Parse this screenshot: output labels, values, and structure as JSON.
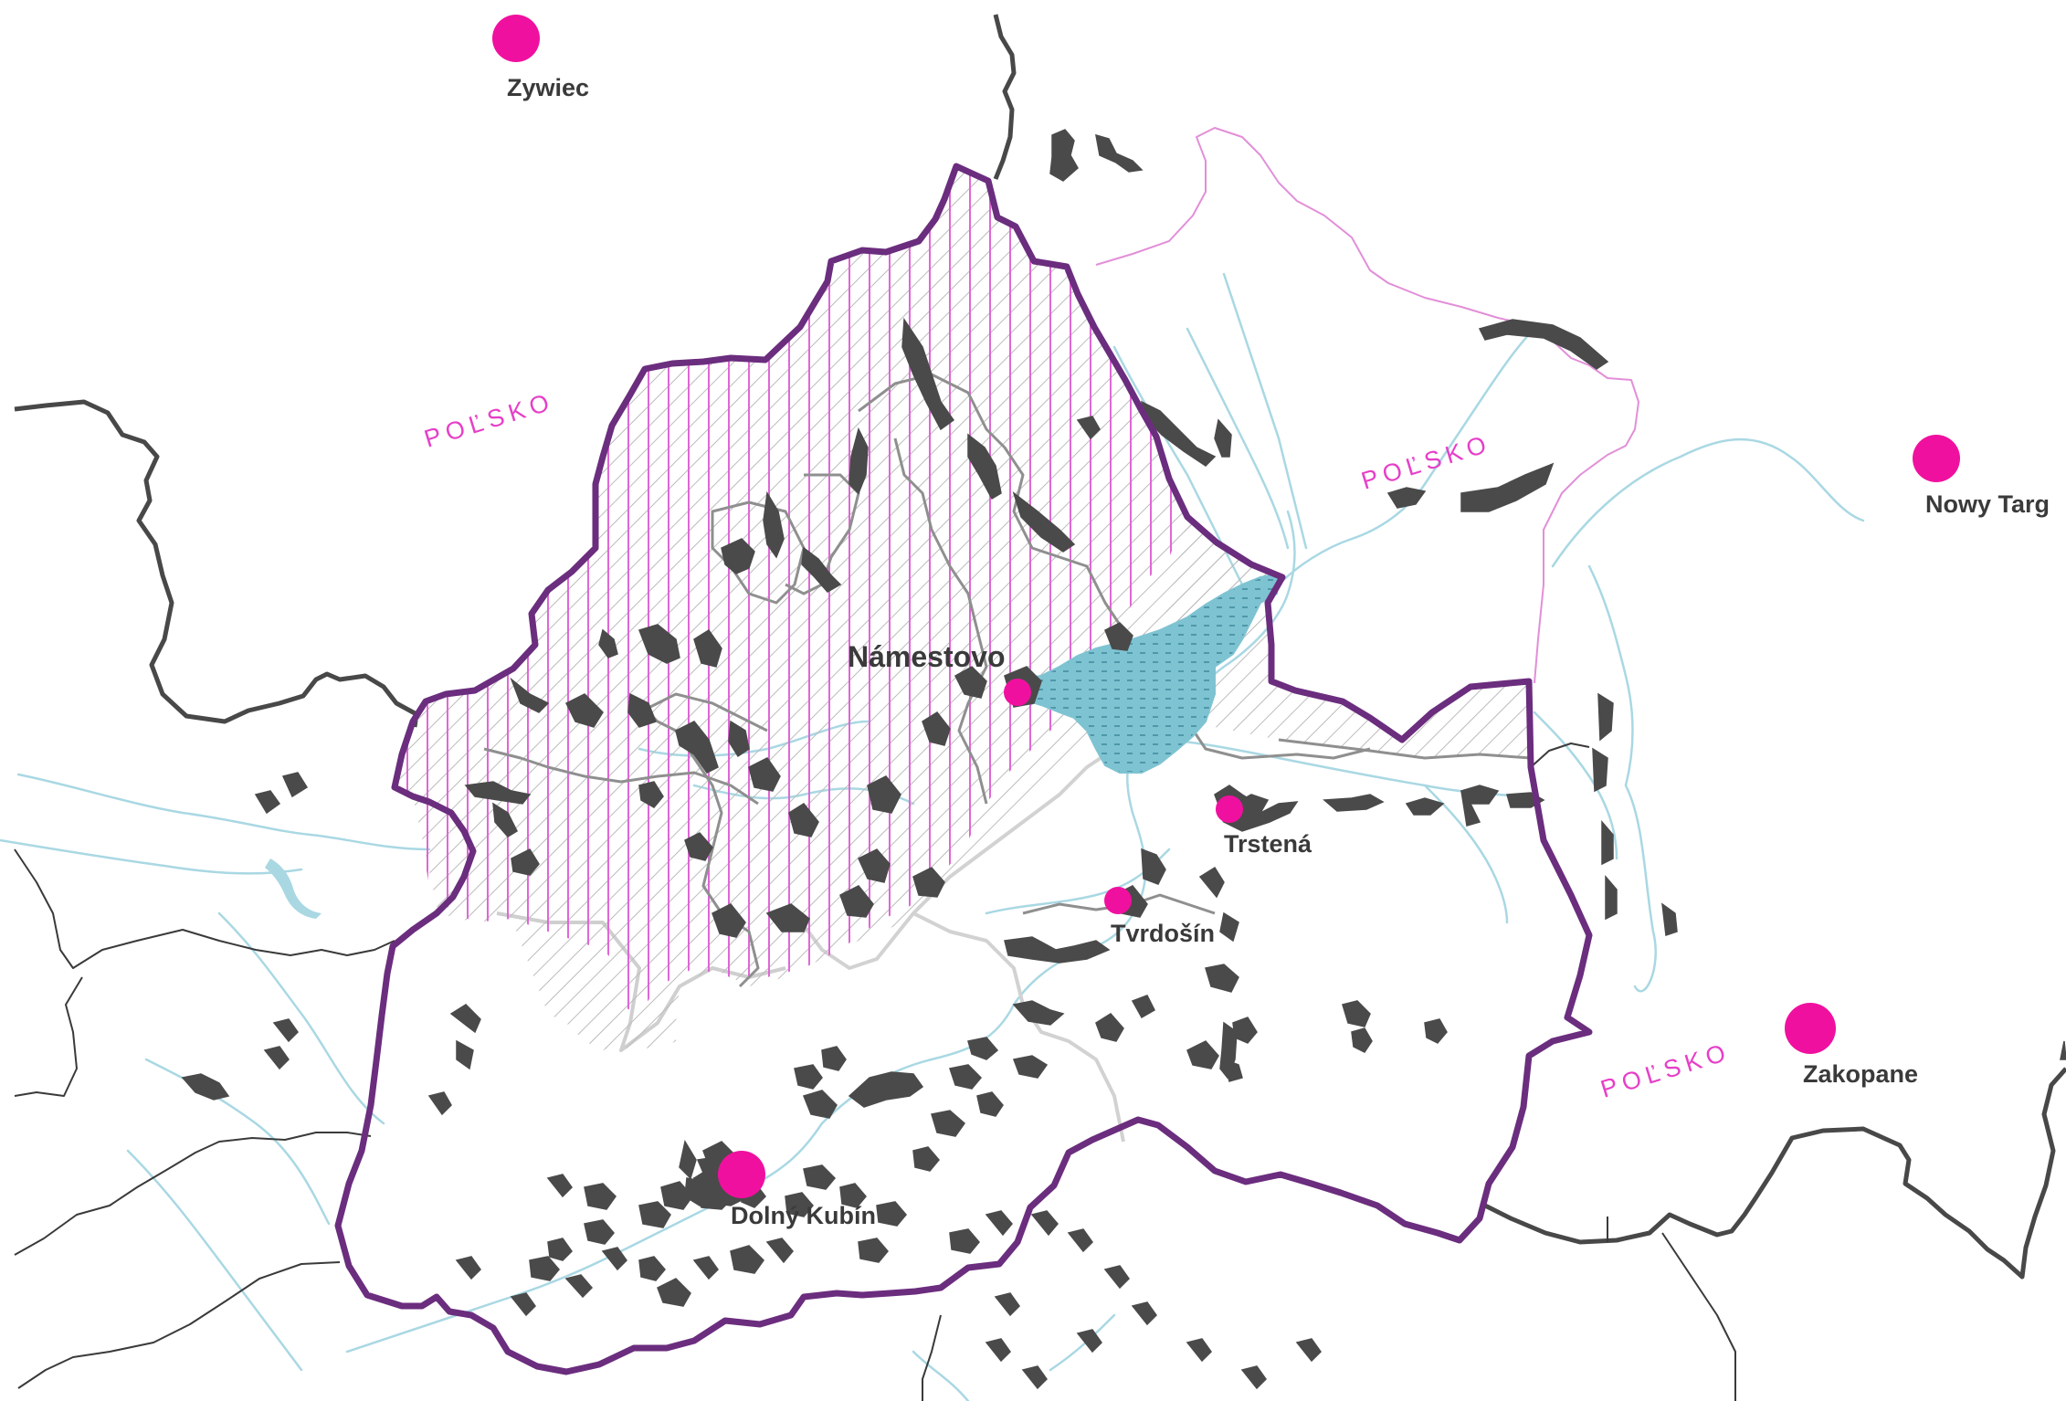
{
  "map": {
    "colors": {
      "region_border": "#6b2d7e",
      "country_border": "#484848",
      "regional_border": "#9a9a9a",
      "light_border": "#d2d2d2",
      "river": "#a9d8e3",
      "water_body": "#7ec3d2",
      "poland_line": "#e28fd8",
      "hatch_magenta": "#e067d6",
      "hatch_gray": "#b9b9b9",
      "town_marker": "#f0109f",
      "settlement": "#4a4a4a",
      "label_text": "#3a3a3a",
      "country_label": "#e63fc8"
    },
    "towns": [
      {
        "id": "zywiec",
        "name": "Zywiec",
        "size": "large"
      },
      {
        "id": "nowy-targ",
        "name": "Nowy Targ",
        "size": "large"
      },
      {
        "id": "namestovo",
        "name": "Námestovo",
        "size": "small"
      },
      {
        "id": "trstena",
        "name": "Trstená",
        "size": "small"
      },
      {
        "id": "tvrdosin",
        "name": "Tvrdošín",
        "size": "small"
      },
      {
        "id": "zakopane",
        "name": "Zakopane",
        "size": "large"
      },
      {
        "id": "dolny-kubin",
        "name": "Dolný Kubín",
        "size": "large"
      }
    ],
    "country_labels": [
      {
        "id": "west",
        "text": "POĽSKO"
      },
      {
        "id": "north",
        "text": "POĽSKO"
      },
      {
        "id": "east",
        "text": "POĽSKO"
      }
    ],
    "icons": {
      "town_marker": "circle-icon",
      "settlement": "polygon-icon"
    }
  }
}
